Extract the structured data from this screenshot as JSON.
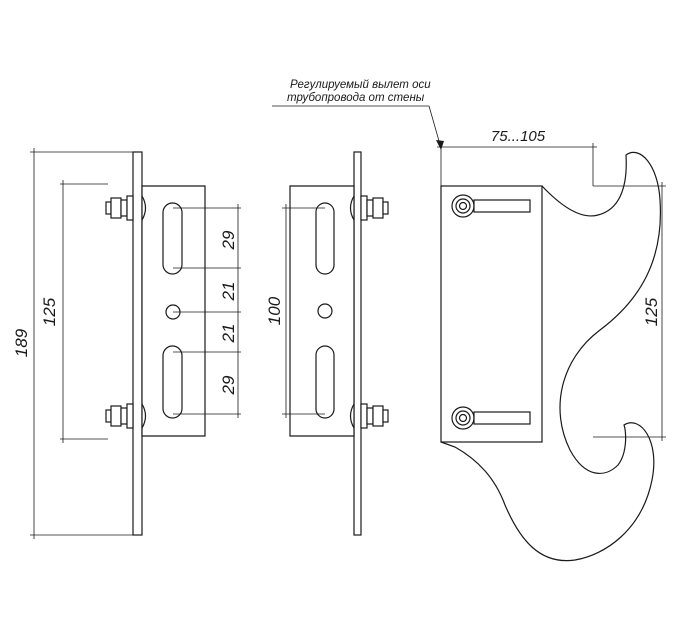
{
  "note": {
    "line1": "Регулируемый вылет оси",
    "line2": "трубопровода от стены"
  },
  "dims": {
    "overall_height": "189",
    "bolt_spacing": "125",
    "slot_upper": "29",
    "hole_upper": "21",
    "hole_lower": "21",
    "slot_lower": "29",
    "side_height": "100",
    "offset_range": "75...105",
    "hook_spacing": "125"
  }
}
